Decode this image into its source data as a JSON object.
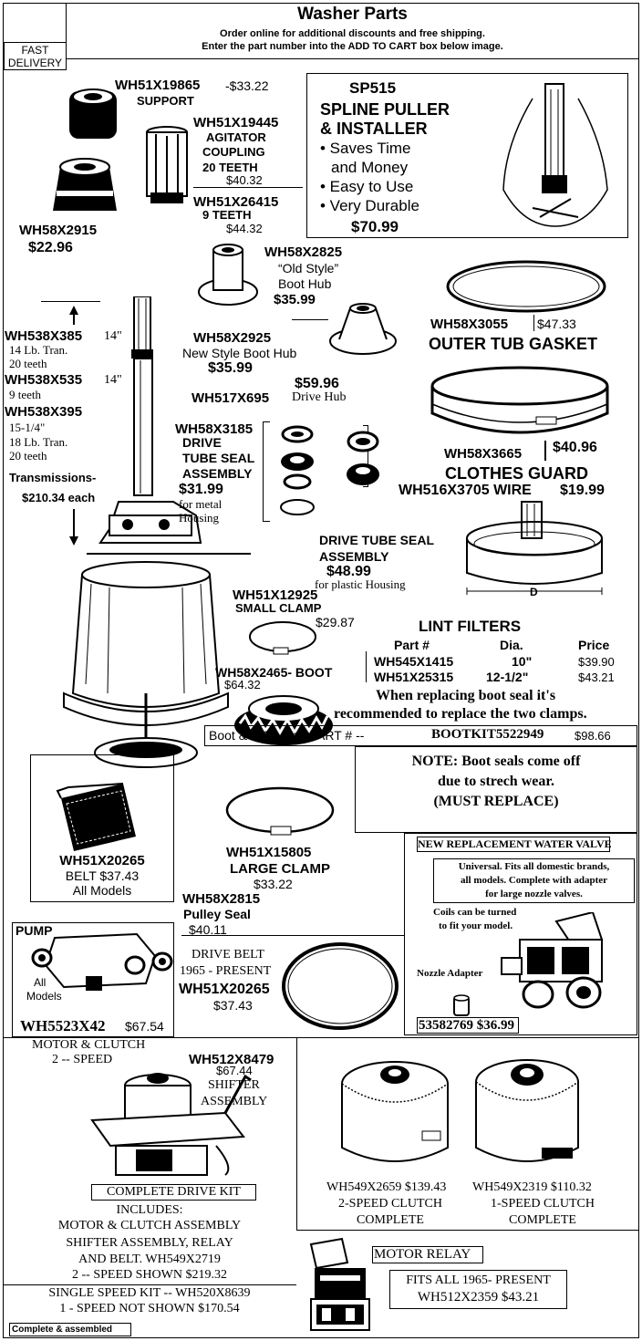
{
  "header": {
    "title": "Washer Parts",
    "line1": "Order online for additional discounts and free shipping.",
    "line2": "Enter the part number into the ADD TO CART box below image.",
    "fast_delivery": "FAST DELIVERY"
  },
  "support": {
    "part": "WH51X19865",
    "price": "-$33.22",
    "name": "SUPPORT"
  },
  "coupling": {
    "part": "WH51X19445",
    "name1": "AGITATOR",
    "name2": "COUPLING",
    "name3": "20 TEETH",
    "price": "$40.32"
  },
  "coupling9": {
    "part": "WH51X26415",
    "name": "9 TEETH",
    "price": "$44.32"
  },
  "sp515": {
    "part": "SP515",
    "title1": "SPLINE PULLER",
    "title2": "& INSTALLER",
    "bullet1": "• Saves Time",
    "bullet1b": "and Money",
    "bullet2": "• Easy to Use",
    "bullet3": "• Very Durable",
    "price": "$70.99"
  },
  "cap": {
    "part": "WH58X2915",
    "price": "$22.96"
  },
  "boot_hub_old": {
    "part": "WH58X2825",
    "name1": "“Old Style”",
    "name2": "Boot Hub",
    "price": "$35.99"
  },
  "outer_tub_gasket": {
    "part": "WH58X3055",
    "price": "$47.33",
    "name": "OUTER TUB GASKET"
  },
  "boot_hub_new": {
    "part": "WH58X2925",
    "name": "New Style Boot Hub",
    "price": "$35.99"
  },
  "drive_hub": {
    "price": "$59.96",
    "part": "WH517X695",
    "name": "Drive Hub"
  },
  "transmissions": {
    "t1_part": "WH538X385",
    "t1_size": "14\"",
    "t1_desc1": "14 Lb. Tran.",
    "t1_desc2": "20 teeth",
    "t2_part": "WH538X535",
    "t2_size": "14\"",
    "t2_desc": "9 teeth",
    "t3_part": "WH538X395",
    "t3_size": "15-1/4\"",
    "t3_desc1": "18 Lb. Tran.",
    "t3_desc2": "20 teeth",
    "label": "Transmissions-",
    "price": "$210.34 each"
  },
  "seal_metal": {
    "part": "WH58X3185",
    "name1": "DRIVE",
    "name2": "TUBE SEAL",
    "name3": "ASSEMBLY",
    "price": "$31.99",
    "note1": "for metal",
    "note2": "Housing"
  },
  "clothes_guard": {
    "part": "WH58X3665",
    "price": "$40.96",
    "name": "CLOTHES GUARD",
    "wire_part": "WH516X3705 WIRE",
    "wire_price": "$19.99"
  },
  "seal_plastic": {
    "name1": "DRIVE TUBE SEAL",
    "name2": "ASSEMBLY",
    "price": "$48.99",
    "note": "for plastic Housing"
  },
  "lint_filters": {
    "title": "LINT FILTERS",
    "dim_label": "D",
    "headers": [
      "Part #",
      "Dia.",
      "Price"
    ],
    "rows": [
      {
        "part": "WH545X1415",
        "dia": "10\"",
        "price": "$39.90"
      },
      {
        "part": "WH51X25315",
        "dia": "12-1/2\"",
        "price": "$43.21"
      }
    ]
  },
  "small_clamp": {
    "part": "WH51X12925",
    "name": "SMALL CLAMP",
    "price": "$29.87"
  },
  "boot": {
    "part": "WH58X2465- BOOT",
    "price": "$64.32"
  },
  "boot_note": {
    "line1": "When replacing boot seal it's",
    "line2": "recommended to replace the two clamps."
  },
  "bootkit": {
    "label": "Boot & 2 Clamps-PART # --",
    "part": "BOOTKIT5522949",
    "price": "$98.66"
  },
  "note_box": {
    "line1": "NOTE: Boot seals come off",
    "line2": "due to strech wear.",
    "line3": "(MUST REPLACE)"
  },
  "water_valve": {
    "title": "NEW REPLACEMENT WATER VALVE",
    "desc1": "Universal. Fits all domestic brands,",
    "desc2": "all models. Complete with adapter",
    "desc3": "for large nozzle valves.",
    "coils1": "Coils can be turned",
    "coils2": "to fit your model.",
    "nozzle": "Nozzle Adapter",
    "part_price": "53582769 $36.99"
  },
  "belt": {
    "part": "WH51X20265",
    "price": "BELT $37.43",
    "models": "All Models"
  },
  "large_clamp": {
    "part": "WH51X15805",
    "name": "LARGE CLAMP",
    "price": "$33.22"
  },
  "pulley_seal": {
    "part": "WH58X2815",
    "name": "Pulley Seal",
    "price": "$40.11"
  },
  "pump": {
    "label": "PUMP",
    "models1": "All",
    "models2": "Models",
    "part": "WH5523X42",
    "price": "$67.54"
  },
  "drive_belt": {
    "title": "DRIVE BELT",
    "years": "1965 - PRESENT",
    "part": "WH51X20265",
    "price": "$37.43"
  },
  "motor": {
    "title1": "MOTOR & CLUTCH",
    "title2": "2 -- SPEED"
  },
  "shifter": {
    "part": "WH512X8479",
    "price": "$67.44",
    "name1": "SHIFTER",
    "name2": "ASSEMBLY"
  },
  "drive_kit": {
    "title": "COMPLETE DRIVE KIT",
    "inc1": "INCLUDES:",
    "inc2": "MOTOR & CLUTCH ASSEMBLY",
    "inc3": "SHIFTER ASSEMBLY, RELAY",
    "inc4": "AND BELT.  WH549X2719",
    "inc5": "2 -- SPEED SHOWN  $219.32",
    "single1": "SINGLE SPEED KIT -- WH520X8639",
    "single2": "1 - SPEED NOT SHOWN  $170.54",
    "assembled": "Complete & assembled"
  },
  "clutch2": {
    "part_price": "WH549X2659 $139.43",
    "name1": "2-SPEED CLUTCH",
    "name2": "COMPLETE"
  },
  "clutch1": {
    "part_price": "WH549X2319 $110.32",
    "name1": "1-SPEED CLUTCH",
    "name2": "COMPLETE"
  },
  "relay": {
    "title": "MOTOR RELAY",
    "fits": "FITS ALL 1965- PRESENT",
    "part_price": "WH512X2359  $43.21"
  }
}
